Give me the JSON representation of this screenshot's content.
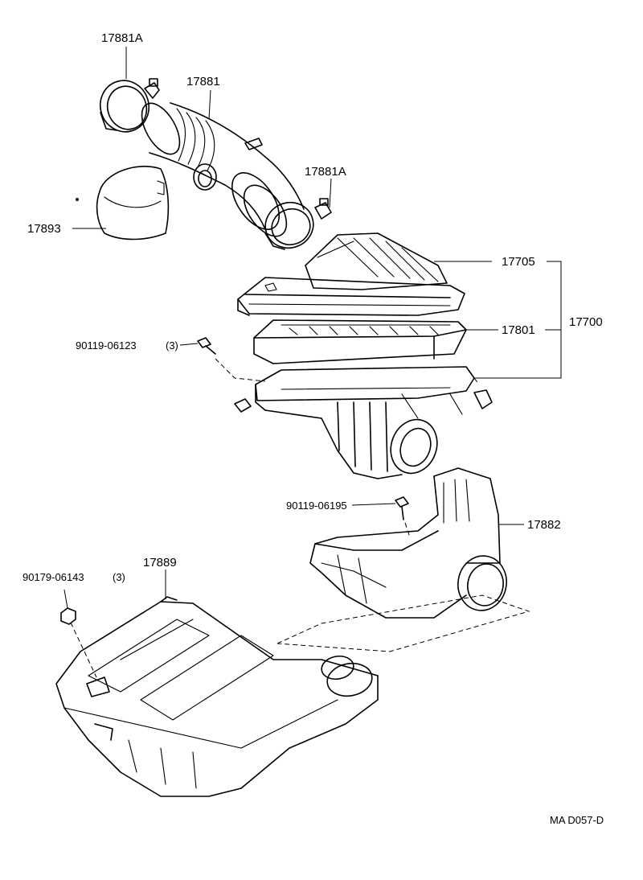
{
  "diagram": {
    "ref_code": "MA D057-D",
    "callouts": {
      "clamp_top": "17881A",
      "hose": "17881",
      "clamp_lower": "17881A",
      "resonator": "17893",
      "cap": "17705",
      "element": "17801",
      "assembly": "17700",
      "bolt_upper": "90119-06123",
      "bolt_upper_qty": "(3)",
      "bolt_inlet": "90119-06195",
      "inlet": "17882",
      "lower_resonator": "17889",
      "nut": "90179-06143",
      "nut_qty": "(3)"
    }
  }
}
